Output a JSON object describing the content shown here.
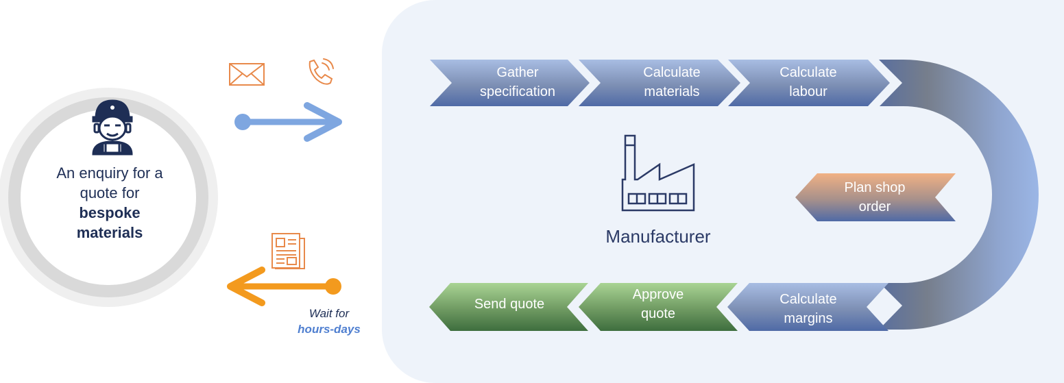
{
  "customer": {
    "line1": "An enquiry for a",
    "line2": "quote for",
    "bold1": "bespoke",
    "bold2": "materials"
  },
  "steps_top": [
    {
      "label": "Gather\nspecification"
    },
    {
      "label": "Calculate\nmaterials"
    },
    {
      "label": "Calculate\nlabour"
    }
  ],
  "step_plan": {
    "label": "Plan shop\norder"
  },
  "steps_bottom": [
    {
      "label": "Send quote"
    },
    {
      "label": "Approve\nquote"
    },
    {
      "label": "Calculate\nmargins"
    }
  ],
  "manufacturer": {
    "label": "Manufacturer"
  },
  "wait": {
    "line1": "Wait for",
    "line2": "hours-days"
  },
  "colors": {
    "blue_step": "#7b93c4",
    "orange_step": "#e6a77d",
    "green_step": "#6fa25a",
    "arrow_blue": "#7ea6e0",
    "arrow_orange": "#f39a1e",
    "icon_orange": "#e8894a",
    "navy": "#1e2e55"
  },
  "icons": [
    "worker-icon",
    "envelope-icon",
    "phone-icon",
    "factory-icon",
    "document-icon"
  ]
}
